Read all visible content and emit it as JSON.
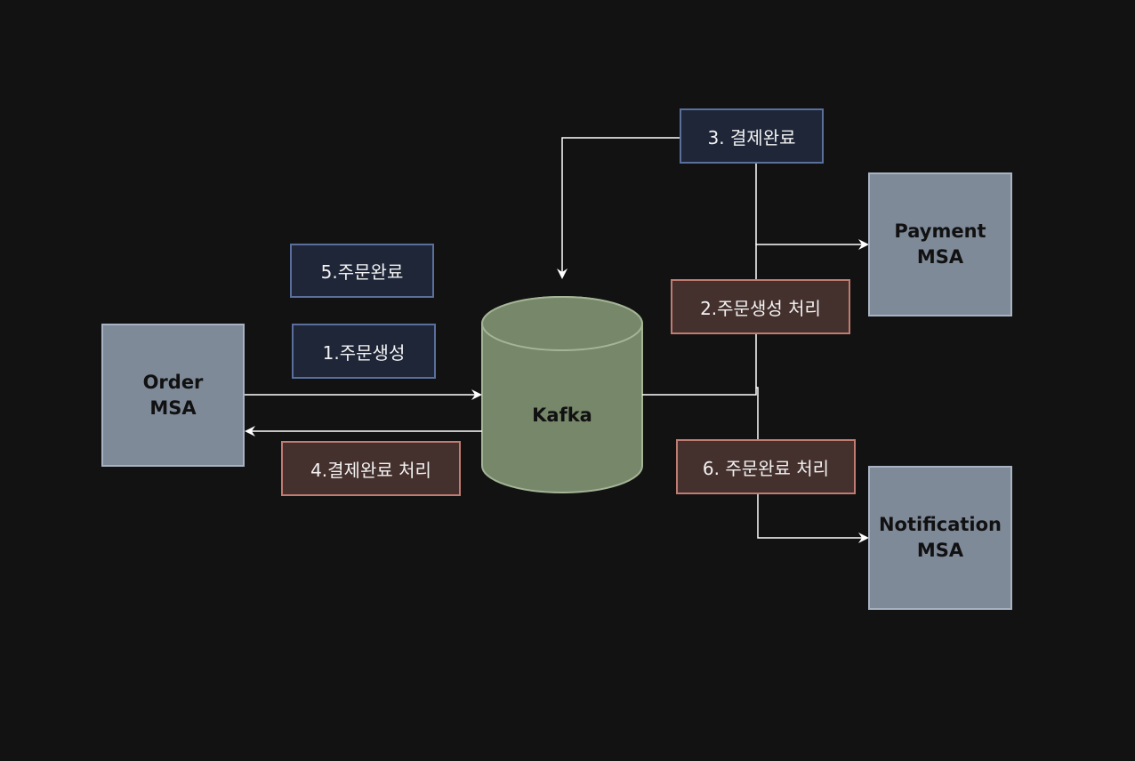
{
  "nodes": {
    "order": {
      "line1": "Order",
      "line2": "MSA"
    },
    "kafka": {
      "label": "Kafka"
    },
    "payment": {
      "line1": "Payment",
      "line2": "MSA"
    },
    "notification": {
      "line1": "Notification",
      "line2": "MSA"
    }
  },
  "labels": {
    "step1": "1.주문생성",
    "step2": "2.주문생성 처리",
    "step3": "3. 결제완료",
    "step4": "4.결제완료 처리",
    "step5": "5.주문완료",
    "step6": "6. 주문완료 처리"
  },
  "colors": {
    "background": "#121212",
    "service_fill": "#7f8a99",
    "kafka_fill": "#76876a",
    "blue_label_fill": "#1e2638",
    "red_label_fill": "#44302d",
    "arrow": "#ffffff"
  }
}
